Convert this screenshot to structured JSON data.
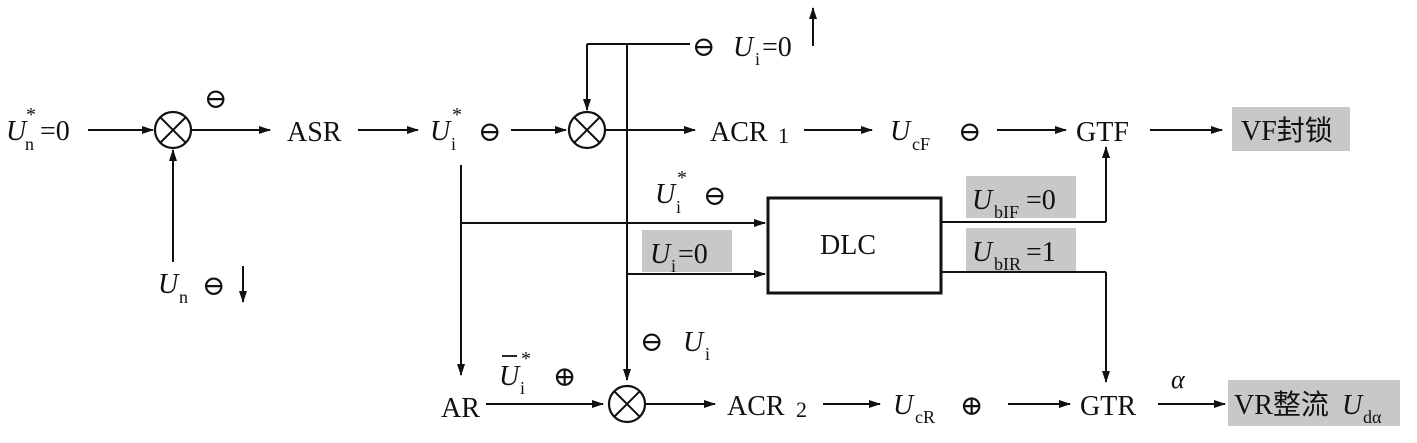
{
  "signals": {
    "un_ref_val": "=0",
    "asr": "ASR",
    "acr1_main": "ACR",
    "acr1_sub": "1",
    "acr2_main": "ACR",
    "acr2_sub": "2",
    "ucf_sub": "cF",
    "ucr_sub": "cR",
    "gtf": "GTF",
    "gtr": "GTR",
    "vf_block": "VF封锁",
    "vr_rect": "VR整流",
    "ud_sub": "dα",
    "alpha": "α",
    "dlc": "DLC",
    "ar": "AR",
    "ui_top_val": "=0",
    "ui_dlc_val": "=0",
    "ubif_sub": "bIF",
    "ubif_val": "=0",
    "ubir_sub": "bIR",
    "ubir_val": "=1",
    "n_sub": "n",
    "i_sub": "i",
    "star": "*",
    "minus": "⊖",
    "plus": "⊕",
    "sumjunction": "⊗"
  },
  "colors": {
    "line": "#111111",
    "highlight": "#c8c8c8"
  }
}
